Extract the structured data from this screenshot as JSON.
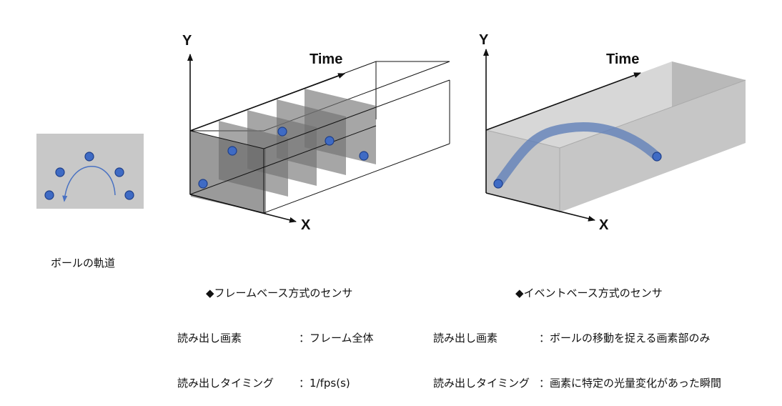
{
  "left_panel": {
    "caption": "ボールの軌道"
  },
  "frame_diagram": {
    "axis_y": "Y",
    "axis_x": "X",
    "axis_time": "Time",
    "title": "◆フレームベース方式のセンサ",
    "rows": [
      {
        "label": "読み出し画素",
        "value": "：フレーム全体"
      },
      {
        "label": "読み出しタイミング",
        "value": "：1/fps(s)"
      }
    ]
  },
  "event_diagram": {
    "axis_y": "Y",
    "axis_x": "X",
    "axis_time": "Time",
    "title": "◆イベントベース方式のセンサ",
    "rows": [
      {
        "label": "読み出し画素",
        "value": "：ボールの移動を捉える画素部のみ"
      },
      {
        "label": "読み出しタイミング",
        "value": "：画素に特定の光量変化があった瞬間"
      }
    ]
  },
  "colors": {
    "ball_fill": "#3f6bc4",
    "ball_stroke": "#1e3f8a",
    "frame_fill": "#6e6e6e",
    "panel_fill": "#c8c8c8",
    "trajectory": "#6b86b8"
  }
}
